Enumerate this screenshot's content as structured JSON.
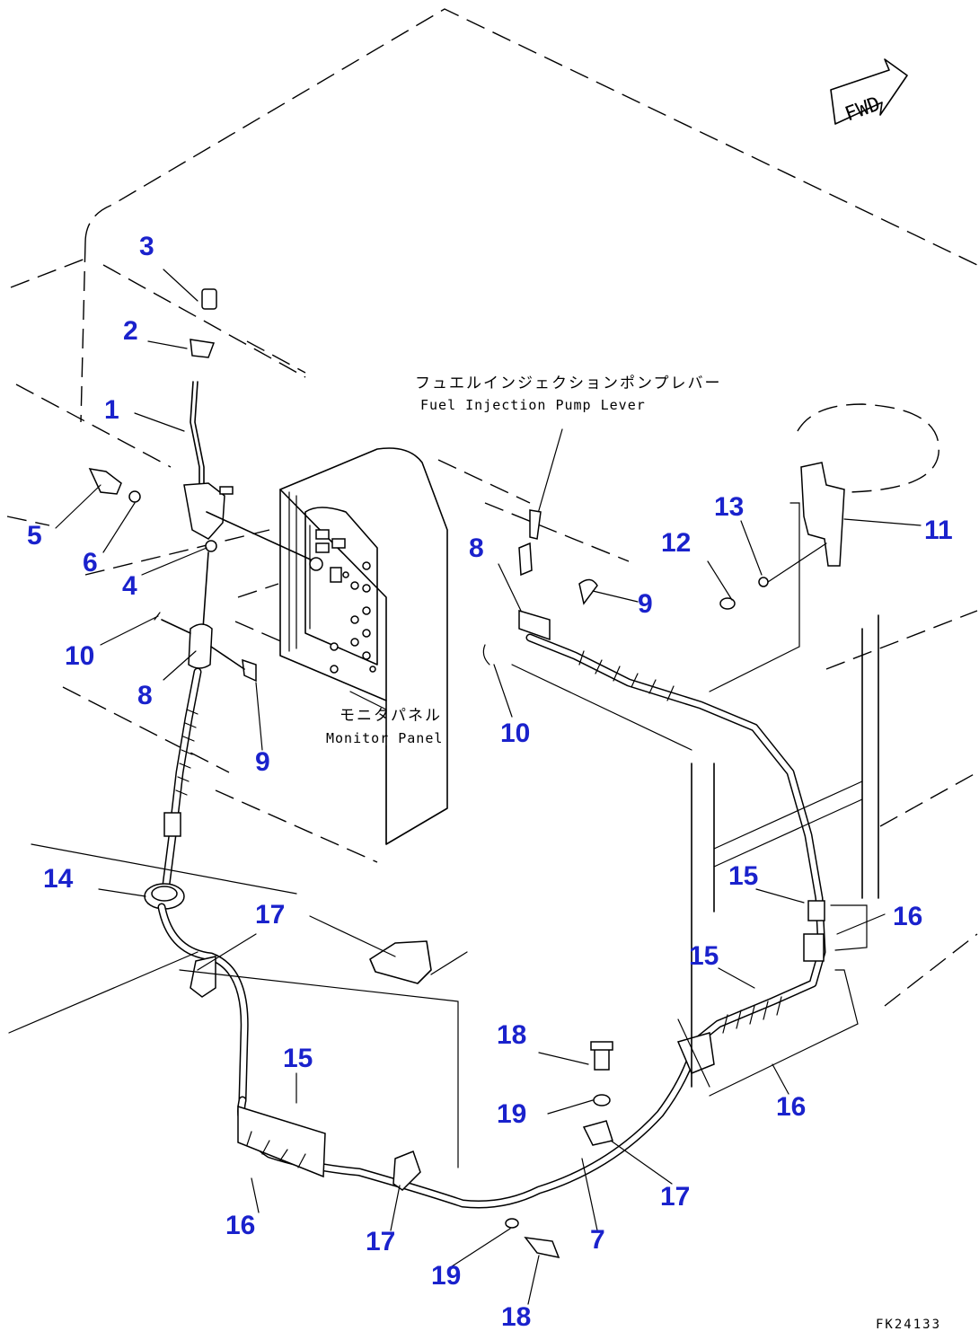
{
  "diagram": {
    "captions": {
      "fuel_lever_jp": "フュエルインジェクションポンプレバー",
      "fuel_lever_en": "Fuel Injection Pump Lever",
      "monitor_jp": "モニタパネル",
      "monitor_en": "Monitor Panel",
      "fwd": "FWD",
      "drawing_code": "FK24133"
    },
    "callouts": {
      "c1": "1",
      "c2": "2",
      "c3": "3",
      "c4": "4",
      "c5": "5",
      "c6": "6",
      "c7": "7",
      "c8a": "8",
      "c8b": "8",
      "c9a": "9",
      "c9b": "9",
      "c10a": "10",
      "c10b": "10",
      "c11": "11",
      "c12": "12",
      "c13": "13",
      "c14": "14",
      "c15a": "15",
      "c15b": "15",
      "c15c": "15",
      "c16a": "16",
      "c16b": "16",
      "c16c": "16",
      "c17a": "17",
      "c17b": "17",
      "c17c": "17",
      "c18a": "18",
      "c18b": "18",
      "c19a": "19",
      "c19b": "19"
    },
    "colors": {
      "callout": "#1a22cc",
      "line": "#000000",
      "background": "#ffffff"
    }
  }
}
